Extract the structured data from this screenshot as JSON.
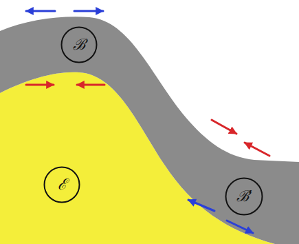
{
  "diagram": {
    "nodes": [
      {
        "text": [
          "ℬ"
        ]
      },
      {
        "text": [
          "ℰ"
        ]
      },
      {
        "text": [
          "ℬ′"
        ]
      }
    ]
  }
}
